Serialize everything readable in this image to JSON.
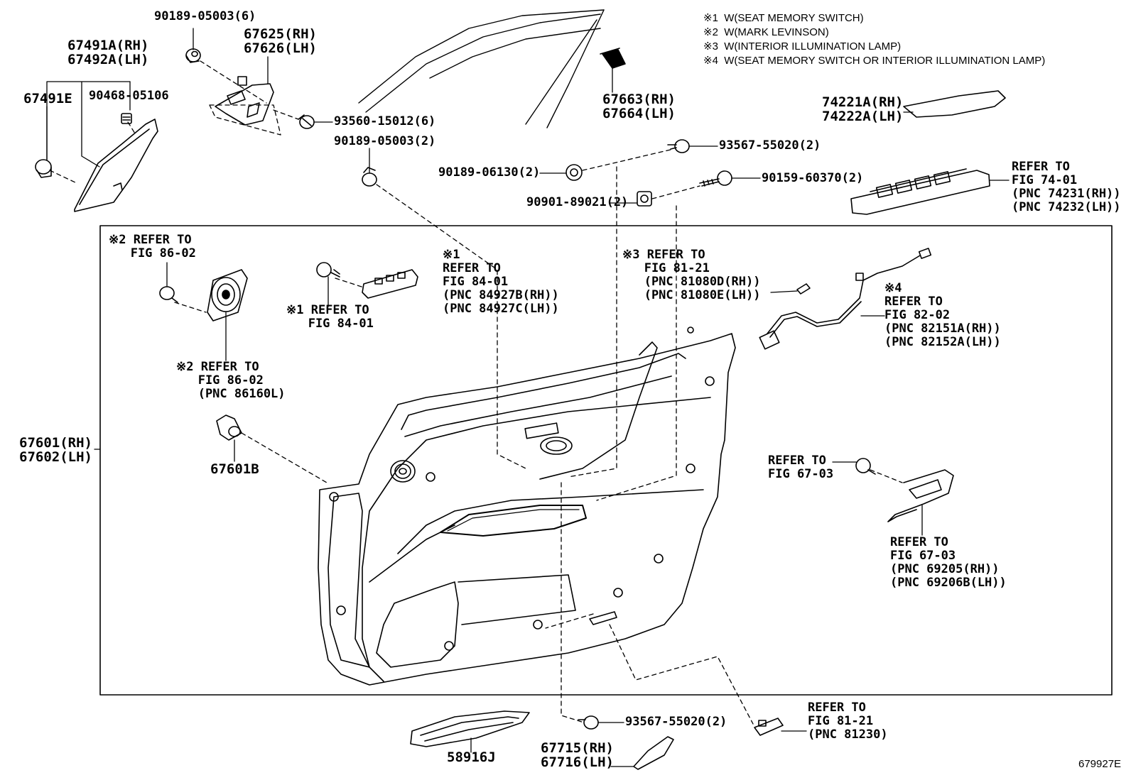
{
  "notes": [
    "※1  W(SEAT MEMORY SWITCH)",
    "※2  W(MARK LEVINSON)",
    "※3  W(INTERIOR ILLUMINATION LAMP)",
    "※4  W(SEAT MEMORY SWITCH OR INTERIOR ILLUMINATION LAMP)"
  ],
  "labels": {
    "p90189_05003_6": "90189-05003(6)",
    "p67491A": "67491A(RH)\n67492A(LH)",
    "p67491E": "67491E",
    "p90468_05106": "90468-05106",
    "p67625": "67625(RH)\n67626(LH)",
    "p93560_15012": "93560-15012(6)",
    "p90189_05003_2": "90189-05003(2)",
    "p67663": "67663(RH)\n67664(LH)",
    "p74221A": "74221A(RH)\n74222A(LH)",
    "p93567_55020_top": "93567-55020(2)",
    "p90189_06130": "90189-06130(2)",
    "p90159_60370": "90159-60370(2)",
    "p90901_89021": "90901-89021(2)",
    "ref_74_01": "REFER TO\nFIG 74-01\n(PNC 74231(RH))\n(PNC 74232(LH))",
    "ref_86_02_top": "※2 REFER TO\n   FIG 86-02",
    "ref_84_01_a": "※1\nREFER TO\nFIG 84-01\n(PNC 84927B(RH))\n(PNC 84927C(LH))",
    "ref_84_01_b": "※1 REFER TO\n   FIG 84-01",
    "ref_81_21_a": "※3 REFER TO\n   FIG 81-21\n   (PNC 81080D(RH))\n   (PNC 81080E(LH))",
    "ref_82_02": "※4\nREFER TO\nFIG 82-02\n(PNC 82151A(RH))\n(PNC 82152A(LH))",
    "ref_86_02_bot": "※2 REFER TO\n   FIG 86-02\n   (PNC 86160L)",
    "p67601": "67601(RH)\n67602(LH)",
    "p67601B": "67601B",
    "ref_67_03_a": "REFER TO\nFIG 67-03",
    "ref_67_03_b": "REFER TO\nFIG 67-03\n(PNC 69205(RH))\n(PNC 69206B(LH))",
    "p93567_55020_bot": "93567-55020(2)",
    "ref_81_21_b": "REFER TO\nFIG 81-21\n(PNC 81230)",
    "p58916J": "58916J",
    "p67715": "67715(RH)\n67716(LH)"
  },
  "figure_id": "679927E"
}
